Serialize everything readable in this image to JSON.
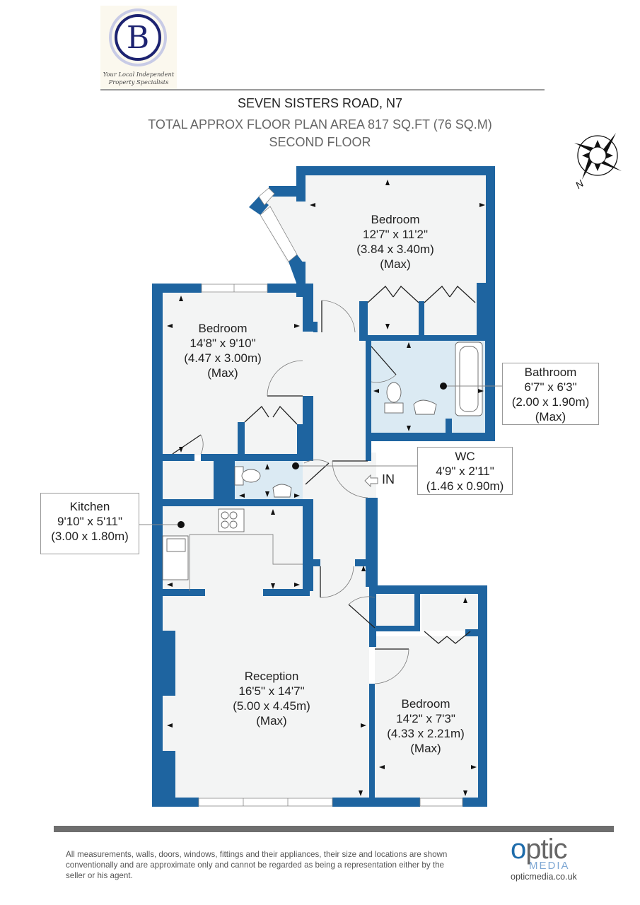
{
  "agent_logo": {
    "letter": "B",
    "tagline_line1": "Your Local Independent",
    "tagline_line2": "Property Specialists",
    "colors": {
      "navy": "#1d2371",
      "ring": "#c8cbe6",
      "background": "#fbf8ee"
    }
  },
  "header": {
    "address": "SEVEN SISTERS ROAD, N7",
    "total_area": "TOTAL APPROX FLOOR PLAN AREA 817 SQ.FT (76 SQ.M)",
    "floor": "SECOND FLOOR"
  },
  "compass": {
    "north_label": "N"
  },
  "plan_colors": {
    "wall": "#1e64a0",
    "floor": "#f3f4f4",
    "wet_room": "#dbeaf3",
    "outline": "#222222"
  },
  "rooms": {
    "bedroom_top": {
      "name": "Bedroom",
      "imperial": "12'7\" x 11'2\"",
      "metric": "(3.84 x 3.40m)",
      "note": "(Max)"
    },
    "bedroom_left": {
      "name": "Bedroom",
      "imperial": "14'8\" x 9'10\"",
      "metric": "(4.47 x 3.00m)",
      "note": "(Max)"
    },
    "bathroom": {
      "name": "Bathroom",
      "imperial": "6'7\" x 6'3\"",
      "metric": "(2.00 x 1.90m)",
      "note": "(Max)"
    },
    "wc": {
      "name": "WC",
      "imperial": "4'9\" x 2'11\"",
      "metric": "(1.46 x 0.90m)"
    },
    "kitchen": {
      "name": "Kitchen",
      "imperial": "9'10\" x 5'11\"",
      "metric": "(3.00 x 1.80m)"
    },
    "reception": {
      "name": "Reception",
      "imperial": "16'5\" x 14'7\"",
      "metric": "(5.00 x 4.45m)",
      "note": "(Max)"
    },
    "bedroom_bottom": {
      "name": "Bedroom",
      "imperial": "14'2\" x 7'3\"",
      "metric": "(4.33 x 2.21m)",
      "note": "(Max)"
    }
  },
  "entrance": {
    "label": "IN"
  },
  "footer": {
    "disclaimer": "All measurements, walls, doors, windows, fittings and their appliances, their size and locations are shown conventionally and are approximate only and cannot be regarded as being a representation either by the seller or his agent.",
    "brand_o": "o",
    "brand_rest": "ptic",
    "brand_sub": "MEDIA",
    "brand_url": "opticmedia.co.uk",
    "colors": {
      "brand_blue": "#1e6cab",
      "bar": "#6e6e6e"
    }
  }
}
